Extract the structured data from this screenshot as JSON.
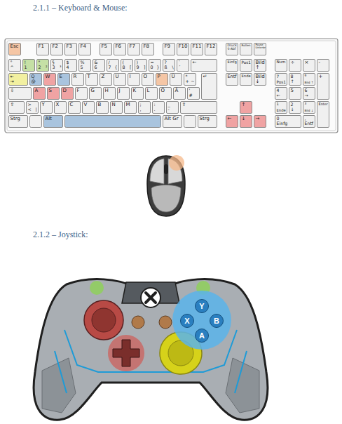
{
  "diagram": {
    "nodes": [
      {
        "text": [
          "Esc"
        ]
      },
      {
        "text": [
          "F1"
        ]
      },
      {
        "text": [
          "F2"
        ]
      },
      {
        "text": [
          "F3"
        ]
      },
      {
        "text": [
          "F4"
        ]
      },
      {
        "text": [
          "F5"
        ]
      },
      {
        "text": [
          "F6"
        ]
      },
      {
        "text": [
          "F7"
        ]
      },
      {
        "text": [
          "F8"
        ]
      },
      {
        "text": [
          "F9"
        ]
      },
      {
        "text": [
          "F10"
        ]
      },
      {
        "text": [
          "F11"
        ]
      },
      {
        "text": [
          "F12"
        ]
      },
      {
        "text": [
          "Druck S-Abf"
        ]
      },
      {
        "text": [
          "Rollen"
        ]
      },
      {
        "text": [
          "Pause Unterbr"
        ]
      },
      {
        "text": [
          "°",
          "^"
        ]
      },
      {
        "text": [
          "!",
          "1"
        ]
      },
      {
        "text": [
          "\"",
          "2",
          "²"
        ]
      },
      {
        "text": [
          "§",
          "3",
          "³"
        ]
      },
      {
        "text": [
          "$",
          "4"
        ]
      },
      {
        "text": [
          "%",
          "5"
        ]
      },
      {
        "text": [
          "&",
          "6"
        ]
      },
      {
        "text": [
          "/",
          "7",
          "{"
        ]
      },
      {
        "text": [
          "(",
          "8",
          "["
        ]
      },
      {
        "text": [
          ")",
          "9",
          "]"
        ]
      },
      {
        "text": [
          "=",
          "0",
          "}"
        ]
      },
      {
        "text": [
          "?",
          "ß",
          "\\"
        ]
      },
      {
        "text": [
          "`",
          "´"
        ]
      },
      {
        "text": [
          "←"
        ]
      },
      {
        "text": [
          "Einfg"
        ]
      },
      {
        "text": [
          "Pos1"
        ]
      },
      {
        "text": [
          "Bild ↑"
        ]
      },
      {
        "text": [
          "Num"
        ]
      },
      {
        "text": [
          "÷"
        ]
      },
      {
        "text": [
          "×"
        ]
      },
      {
        "text": [
          "-"
        ]
      },
      {
        "text": [
          "⇤",
          "⇥"
        ]
      },
      {
        "text": [
          "Q",
          "@"
        ]
      },
      {
        "text": [
          "W"
        ]
      },
      {
        "text": [
          "E"
        ]
      },
      {
        "text": [
          "R"
        ]
      },
      {
        "text": [
          "T"
        ]
      },
      {
        "text": [
          "Z"
        ]
      },
      {
        "text": [
          "U"
        ]
      },
      {
        "text": [
          "I"
        ]
      },
      {
        "text": [
          "O"
        ]
      },
      {
        "text": [
          "P"
        ]
      },
      {
        "text": [
          "Ü"
        ]
      },
      {
        "text": [
          "*",
          "+",
          "~"
        ]
      },
      {
        "text": [
          "↵"
        ]
      },
      {
        "text": [
          "Entf"
        ]
      },
      {
        "text": [
          "Ende"
        ]
      },
      {
        "text": [
          "Bild ↓"
        ]
      },
      {
        "text": [
          "7",
          "Pos1"
        ]
      },
      {
        "text": [
          "8",
          "↑"
        ]
      },
      {
        "text": [
          "9",
          "Bild ↑"
        ]
      },
      {
        "text": [
          "+"
        ]
      },
      {
        "text": [
          "⇩"
        ]
      },
      {
        "text": [
          "A"
        ]
      },
      {
        "text": [
          "S"
        ]
      },
      {
        "text": [
          "D"
        ]
      },
      {
        "text": [
          "F"
        ]
      },
      {
        "text": [
          "G"
        ]
      },
      {
        "text": [
          "H"
        ]
      },
      {
        "text": [
          "J"
        ]
      },
      {
        "text": [
          "K"
        ]
      },
      {
        "text": [
          "L"
        ]
      },
      {
        "text": [
          "Ö"
        ]
      },
      {
        "text": [
          "Ä"
        ]
      },
      {
        "text": [
          "'",
          "#"
        ]
      },
      {
        "text": [
          "4",
          "←"
        ]
      },
      {
        "text": [
          "5"
        ]
      },
      {
        "text": [
          "6",
          "→"
        ]
      },
      {
        "text": [
          "⇧"
        ]
      },
      {
        "text": [
          ">",
          "<",
          "|"
        ]
      },
      {
        "text": [
          "Y"
        ]
      },
      {
        "text": [
          "X"
        ]
      },
      {
        "text": [
          "C"
        ]
      },
      {
        "text": [
          "V"
        ]
      },
      {
        "text": [
          "B"
        ]
      },
      {
        "text": [
          "N"
        ]
      },
      {
        "text": [
          "M"
        ]
      },
      {
        "text": [
          ";",
          ","
        ]
      },
      {
        "text": [
          ":",
          "."
        ]
      },
      {
        "text": [
          "_",
          "-"
        ]
      },
      {
        "text": [
          "⇧"
        ]
      },
      {
        "text": [
          "↑"
        ]
      },
      {
        "text": [
          "1",
          "Ende"
        ]
      },
      {
        "text": [
          "2",
          "↓"
        ]
      },
      {
        "text": [
          "3",
          "Bild ↓"
        ]
      },
      {
        "text": [
          "Enter"
        ]
      },
      {
        "text": [
          "Strg"
        ]
      },
      {
        "text": [
          "Alt"
        ]
      },
      {
        "text": [
          "Alt Gr"
        ]
      },
      {
        "text": [
          "Strg"
        ]
      },
      {
        "text": [
          "←"
        ]
      },
      {
        "text": [
          "↓"
        ]
      },
      {
        "text": [
          "→"
        ]
      },
      {
        "text": [
          "0",
          "Einfg"
        ]
      },
      {
        "text": [
          ",",
          "Entf"
        ]
      },
      {
        "text": [
          "Y"
        ]
      },
      {
        "text": [
          "X"
        ]
      },
      {
        "text": [
          "B"
        ]
      },
      {
        "text": [
          "A"
        ]
      }
    ],
    "labels": [
      "2.1.1 – Keyboard & Mouse:",
      "2.1.2 – Joystick:"
    ]
  }
}
